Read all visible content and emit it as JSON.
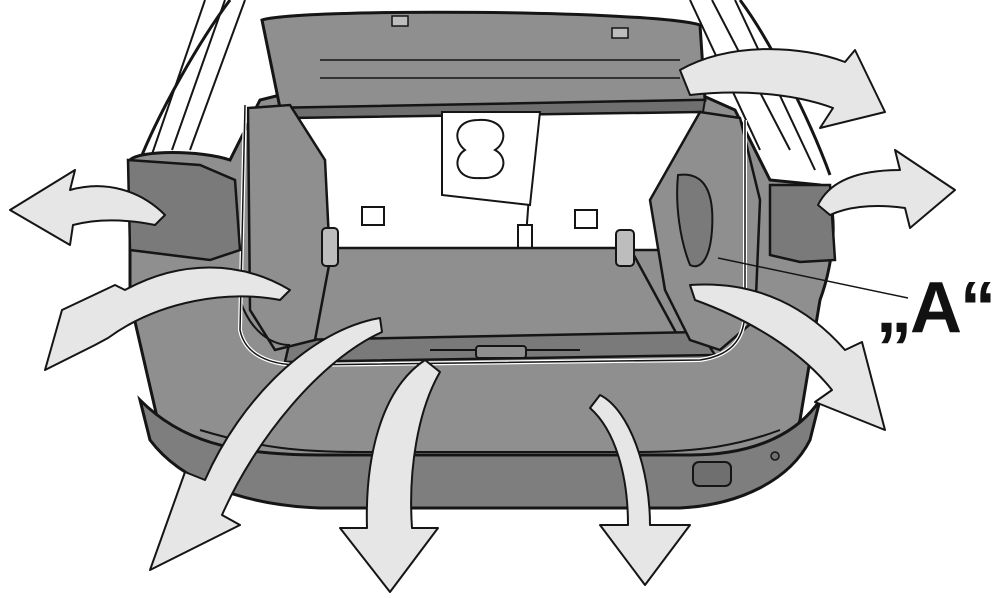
{
  "callout": {
    "label": "„A“"
  },
  "colors": {
    "trim": "#8f8f8f",
    "trim_dark": "#6f6f6f",
    "outline": "#151515",
    "arrow_fill": "#e6e6e6",
    "background": "#ffffff"
  },
  "diagram": {
    "subject": "car-trunk-interior-trim-removal",
    "arrow_icon": "arrow-outward-icon",
    "arrow_count": 8
  }
}
